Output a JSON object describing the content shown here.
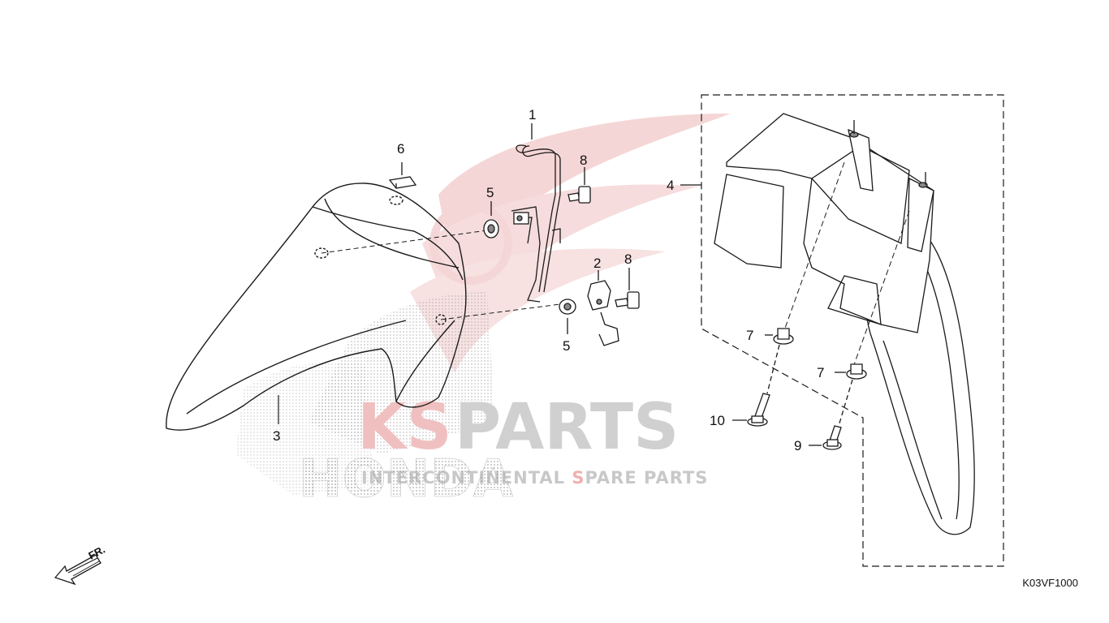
{
  "callouts": {
    "c1": "1",
    "c2": "2",
    "c3": "3",
    "c4": "4",
    "c5a": "5",
    "c5b": "5",
    "c6": "6",
    "c7a": "7",
    "c7b": "7",
    "c8a": "8",
    "c8b": "8",
    "c9": "9",
    "c10": "10"
  },
  "direction_label": "FR.",
  "diagram_code": "K03VF1000",
  "watermark": {
    "brand_prefix": "KS",
    "brand_suffix": "PARTS",
    "tagline_part1": "INTERCONTINENTAL ",
    "tagline_s": "S",
    "tagline_part2": "PARE PARTS",
    "maker": "HONDA"
  },
  "colors": {
    "line": "#1a1a1a",
    "watermark_red": "#e8a0a0",
    "watermark_gray": "#c8c8c8"
  }
}
